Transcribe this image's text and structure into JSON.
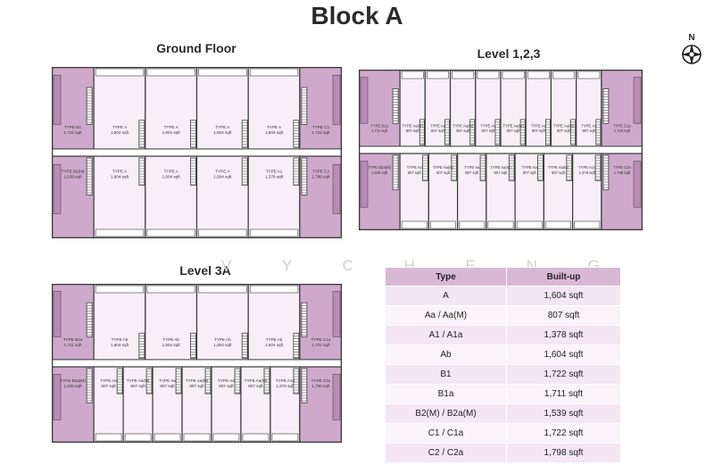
{
  "title": "Block A",
  "compass_label": "N",
  "watermark": "V Y C H E N G",
  "plans": [
    {
      "id": "ground",
      "title": "Ground Floor",
      "top": [
        {
          "type": "TYPE B1",
          "area": "1,722 sqft",
          "kind": "end-left"
        },
        {
          "type": "TYPE A",
          "area": "1,604 sqft",
          "kind": "mid"
        },
        {
          "type": "TYPE A",
          "area": "1,604 sqft",
          "kind": "mid"
        },
        {
          "type": "TYPE A",
          "area": "1,604 sqft",
          "kind": "mid"
        },
        {
          "type": "TYPE A",
          "area": "1,604 sqft",
          "kind": "mid"
        },
        {
          "type": "TYPE C1",
          "area": "1,722 sqft",
          "kind": "end-right"
        }
      ],
      "bottom": [
        {
          "type": "TYPE B2(M)",
          "area": "1,539 sqft",
          "kind": "end-left"
        },
        {
          "type": "TYPE A",
          "area": "1,604 sqft",
          "kind": "mid"
        },
        {
          "type": "TYPE A",
          "area": "1,604 sqft",
          "kind": "mid"
        },
        {
          "type": "TYPE A",
          "area": "1,604 sqft",
          "kind": "mid"
        },
        {
          "type": "TYPE A1",
          "area": "1,378 sqft",
          "kind": "mid"
        },
        {
          "type": "TYPE C2",
          "area": "1,798 sqft",
          "kind": "end-right"
        }
      ]
    },
    {
      "id": "level123",
      "title": "Level 1,2,3",
      "top": [
        {
          "type": "TYPE B1a",
          "area": "1,711 sqft",
          "kind": "end-left"
        },
        {
          "type": "TYPE Aa(M)",
          "area": "807 sqft",
          "kind": "mid"
        },
        {
          "type": "TYPE Aa",
          "area": "807 sqft",
          "kind": "mid"
        },
        {
          "type": "TYPE Aa(M)",
          "area": "807 sqft",
          "kind": "mid"
        },
        {
          "type": "TYPE Aa",
          "area": "807 sqft",
          "kind": "mid"
        },
        {
          "type": "TYPE Aa(M)",
          "area": "807 sqft",
          "kind": "mid"
        },
        {
          "type": "TYPE Aa",
          "area": "807 sqft",
          "kind": "mid"
        },
        {
          "type": "TYPE Aa(M)",
          "area": "807 sqft",
          "kind": "mid"
        },
        {
          "type": "TYPE Aa",
          "area": "807 sqft",
          "kind": "mid"
        },
        {
          "type": "TYPE C1a",
          "area": "1,722 sqft",
          "kind": "end-right"
        }
      ],
      "bottom": [
        {
          "type": "TYPE B2a(M)",
          "area": "1,539 sqft",
          "kind": "end-left"
        },
        {
          "type": "TYPE Aa",
          "area": "807 sqft",
          "kind": "mid"
        },
        {
          "type": "TYPE Aa(M)",
          "area": "807 sqft",
          "kind": "mid"
        },
        {
          "type": "TYPE Aa",
          "area": "807 sqft",
          "kind": "mid"
        },
        {
          "type": "TYPE Aa(M)",
          "area": "807 sqft",
          "kind": "mid"
        },
        {
          "type": "TYPE Aa",
          "area": "807 sqft",
          "kind": "mid"
        },
        {
          "type": "TYPE Aa(M)",
          "area": "807 sqft",
          "kind": "mid"
        },
        {
          "type": "TYPE A1a",
          "area": "1,378 sqft",
          "kind": "mid"
        },
        {
          "type": "TYPE C2a",
          "area": "1,798 sqft",
          "kind": "end-right"
        }
      ]
    },
    {
      "id": "level3a",
      "title": "Level 3A",
      "top": [
        {
          "type": "TYPE B1a",
          "area": "1,711 sqft",
          "kind": "end-left"
        },
        {
          "type": "TYPE Ab",
          "area": "1,604 sqft",
          "kind": "mid"
        },
        {
          "type": "TYPE Ab",
          "area": "1,604 sqft",
          "kind": "mid"
        },
        {
          "type": "TYPE Ab",
          "area": "1,604 sqft",
          "kind": "mid"
        },
        {
          "type": "TYPE Ab",
          "area": "1,604 sqft",
          "kind": "mid"
        },
        {
          "type": "TYPE C1a",
          "area": "1,722 sqft",
          "kind": "end-right"
        }
      ],
      "bottom": [
        {
          "type": "TYPE B2a(M)",
          "area": "1,539 sqft",
          "kind": "end-left"
        },
        {
          "type": "TYPE Aa",
          "area": "807 sqft",
          "kind": "mid"
        },
        {
          "type": "TYPE Aa(M)",
          "area": "807 sqft",
          "kind": "mid"
        },
        {
          "type": "TYPE Aa",
          "area": "807 sqft",
          "kind": "mid"
        },
        {
          "type": "TYPE Aa(M)",
          "area": "807 sqft",
          "kind": "mid"
        },
        {
          "type": "TYPE Aa",
          "area": "807 sqft",
          "kind": "mid"
        },
        {
          "type": "TYPE Aa(M)",
          "area": "807 sqft",
          "kind": "mid"
        },
        {
          "type": "TYPE A1a",
          "area": "1,378 sqft",
          "kind": "mid"
        },
        {
          "type": "TYPE C2a",
          "area": "1,798 sqft",
          "kind": "end-right"
        }
      ]
    }
  ],
  "table": {
    "headers": [
      "Type",
      "Built-up"
    ],
    "rows": [
      [
        "A",
        "1,604 sqft"
      ],
      [
        "Aa / Aa(M)",
        "807 sqft"
      ],
      [
        "A1 / A1a",
        "1,378 sqft"
      ],
      [
        "Ab",
        "1,604 sqft"
      ],
      [
        "B1",
        "1,722 sqft"
      ],
      [
        "B1a",
        "1,711 sqft"
      ],
      [
        "B2(M) / B2a(M)",
        "1,539 sqft"
      ],
      [
        "C1 / C1a",
        "1,722 sqft"
      ],
      [
        "C2 / C2a",
        "1,798 sqft"
      ]
    ]
  },
  "colors": {
    "end_unit": "#cfa9cb",
    "end_unit_dark": "#b98bb5",
    "mid_unit": "#f7eef7",
    "corridor": "#ffffff",
    "wall": "#3a3a3a",
    "header_bg": "#d9b8d6"
  }
}
